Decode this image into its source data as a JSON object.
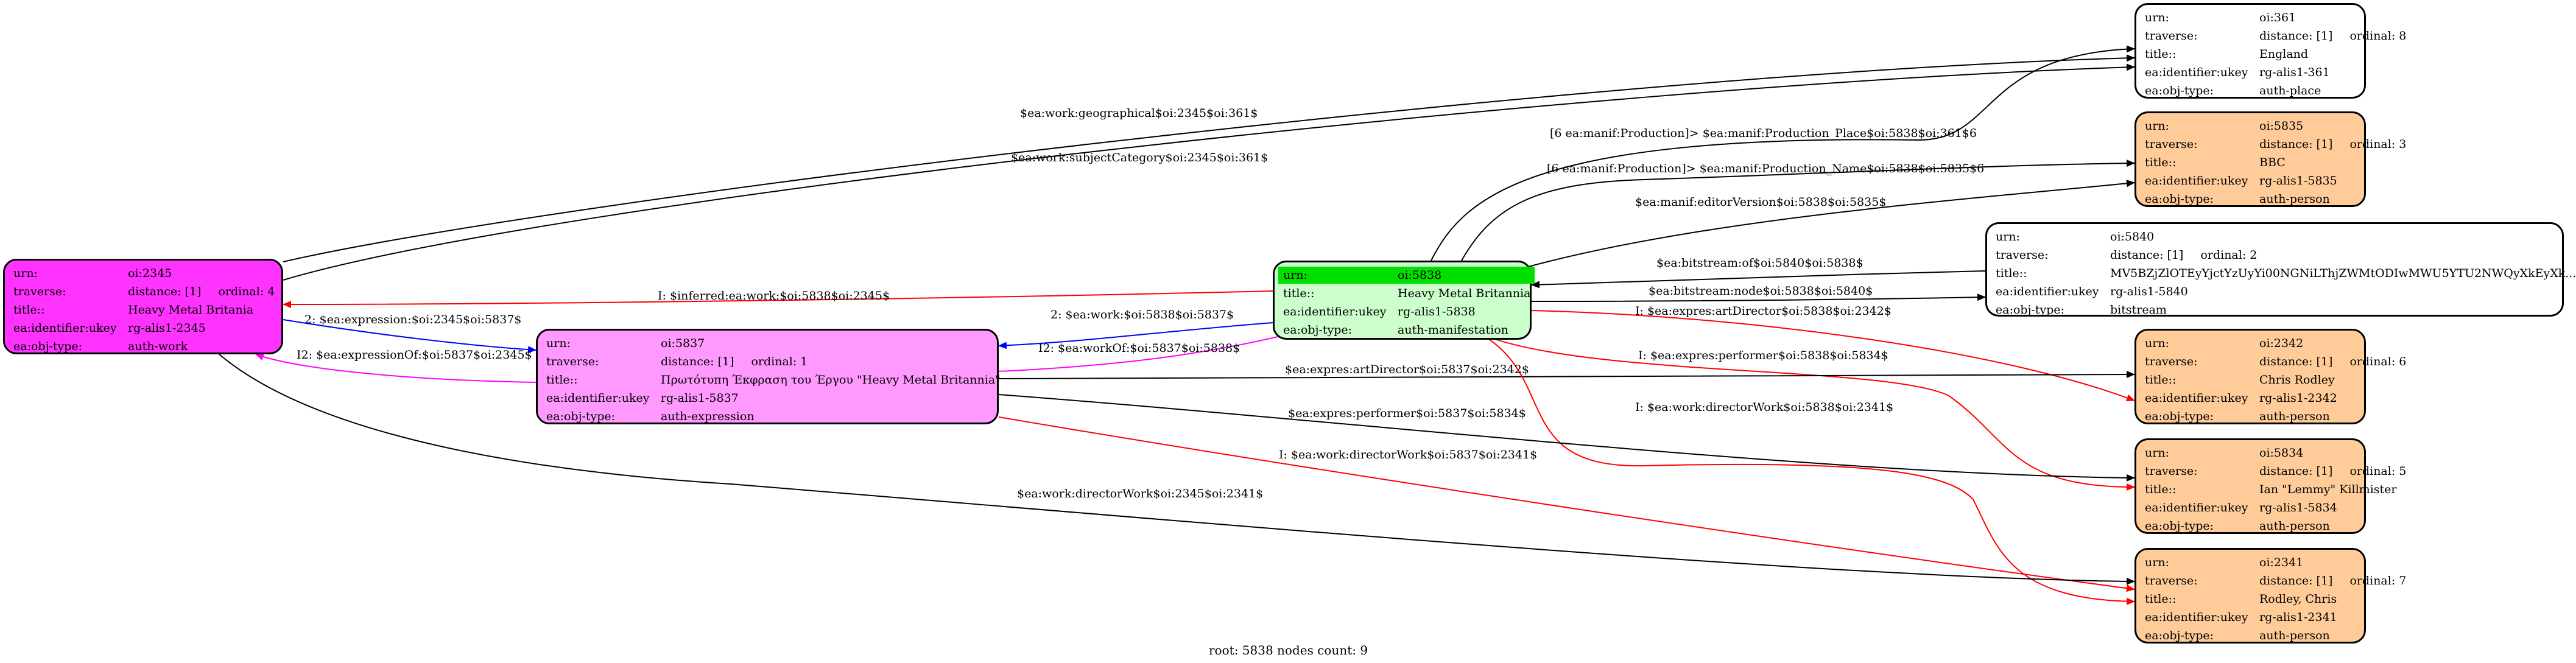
{
  "footer": "root: 5838 nodes count: 9",
  "nodes": {
    "n2345": {
      "urn": "oi:2345",
      "distance": "distance: [1]",
      "ordinal": "ordinal: 4",
      "title": "Heavy Metal Britania",
      "ukey": "rg-alis1-2345",
      "objtype": "auth-work",
      "fill": "#ff33ff"
    },
    "n5837": {
      "urn": "oi:5837",
      "distance": "distance: [1]",
      "ordinal": "ordinal: 1",
      "title": "Πρωτότυπη Έκφραση του Έργου \"Heavy Metal Britannia\"",
      "ukey": "rg-alis1-5837",
      "objtype": "auth-expression",
      "fill": "#ff99ff"
    },
    "n5838": {
      "urn": "oi:5838",
      "title": "Heavy Metal Britannia",
      "ukey": "rg-alis1-5838",
      "objtype": "auth-manifestation",
      "fill": "#ccffcc",
      "highlight": "#00e000"
    },
    "n361": {
      "urn": "oi:361",
      "distance": "distance: [1]",
      "ordinal": "ordinal: 8",
      "title": "England",
      "ukey": "rg-alis1-361",
      "objtype": "auth-place",
      "fill": "#ffffff"
    },
    "n5835": {
      "urn": "oi:5835",
      "distance": "distance: [1]",
      "ordinal": "ordinal: 3",
      "title": "BBC",
      "ukey": "rg-alis1-5835",
      "objtype": "auth-person",
      "fill": "#ffcc99"
    },
    "n5840": {
      "urn": "oi:5840",
      "distance": "distance: [1]",
      "ordinal": "ordinal: 2",
      "title": "MV5BZjZlOTEyYjctYzUyYi00NGNiLThjZWMtODIwMWU5YTU2NWQyXkEyXk...",
      "ukey": "rg-alis1-5840",
      "objtype": "bitstream",
      "fill": "#ffffff"
    },
    "n2342": {
      "urn": "oi:2342",
      "distance": "distance: [1]",
      "ordinal": "ordinal: 6",
      "title": "Chris Rodley",
      "ukey": "rg-alis1-2342",
      "objtype": "auth-person",
      "fill": "#ffcc99"
    },
    "n5834": {
      "urn": "oi:5834",
      "distance": "distance: [1]",
      "ordinal": "ordinal: 5",
      "title": "Ian \"Lemmy\" Killmister",
      "ukey": "rg-alis1-5834",
      "objtype": "auth-person",
      "fill": "#ffcc99"
    },
    "n2341": {
      "urn": "oi:2341",
      "distance": "distance: [1]",
      "ordinal": "ordinal: 7",
      "title": "Rodley, Chris",
      "ukey": "rg-alis1-2341",
      "objtype": "auth-person",
      "fill": "#ffcc99"
    }
  },
  "keys": {
    "urn": "urn:",
    "traverse": "traverse:",
    "title": "title::",
    "ukey": "ea:identifier:ukey",
    "objtype": "ea:obj-type:"
  },
  "edges": {
    "e1": "$ea:work:geographical$oi:2345$oi:361$",
    "e2": "$ea:work:subjectCategory$oi:2345$oi:361$",
    "e3": "[6 ea:manif:Production]> $ea:manif:Production_Place$oi:5838$oi:361$6",
    "e4": "[6 ea:manif:Production]> $ea:manif:Production_Name$oi:5838$oi:5835$6",
    "e5": "$ea:manif:editorVersion$oi:5838$oi:5835$",
    "e6": "$ea:bitstream:of$oi:5840$oi:5838$",
    "e7": "$ea:bitstream:node$oi:5838$oi:5840$",
    "e8": "I: $inferred:ea:work:$oi:5838$oi:2345$",
    "e9": "I: $ea:expres:artDirector$oi:5838$oi:2342$",
    "e10": "2: $ea:work:$oi:5838$oi:5837$",
    "e11": "I2: $ea:workOf:$oi:5837$oi:5838$",
    "e12": "2: $ea:expression:$oi:2345$oi:5837$",
    "e13": "I2: $ea:expressionOf:$oi:5837$oi:2345$",
    "e14": "I: $ea:expres:performer$oi:5838$oi:5834$",
    "e15": "$ea:expres:artDirector$oi:5837$oi:2342$",
    "e16": "I: $ea:work:directorWork$oi:5838$oi:2341$",
    "e17": "$ea:expres:performer$oi:5837$oi:5834$",
    "e18": "I: $ea:work:directorWork$oi:5837$oi:2341$",
    "e19": "$ea:work:directorWork$oi:2345$oi:2341$"
  },
  "colors": {
    "black": "#000000",
    "red": "#ff0000",
    "blue": "#0000ff",
    "magenta": "#ff00ff"
  }
}
